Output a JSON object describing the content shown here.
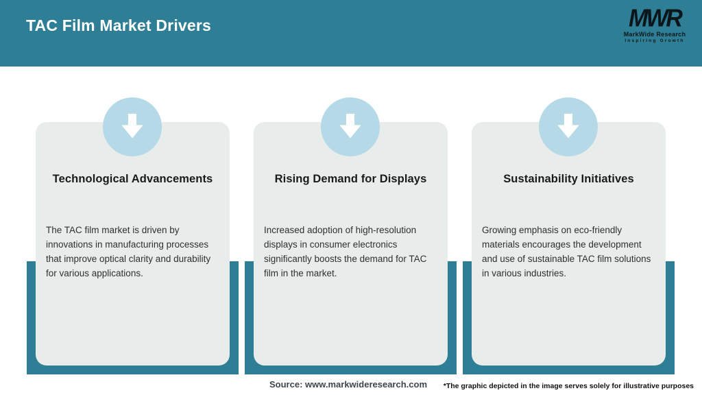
{
  "header": {
    "title": "TAC Film Market Drivers"
  },
  "logo": {
    "acronym": "MWR",
    "name": "MarkWide Research",
    "tagline": "Inspiring Growth"
  },
  "cards": [
    {
      "title": "Technological Advancements",
      "description": "The TAC film market is driven by innovations in manufacturing processes that improve optical clarity and durability for various applications.",
      "icon": "arrow-down-icon"
    },
    {
      "title": "Rising Demand for Displays",
      "description": "Increased adoption of high-resolution displays in consumer electronics significantly boosts the demand for TAC film in the market.",
      "icon": "arrow-down-icon"
    },
    {
      "title": "Sustainability Initiatives",
      "description": "Growing emphasis on eco-friendly materials encourages the development and use of sustainable TAC film solutions in various industries.",
      "icon": "arrow-down-icon"
    }
  ],
  "footer": {
    "source": "Source: www.markwideresearch.com",
    "disclaimer": "*The graphic depicted in the image serves solely for illustrative purposes"
  },
  "colors": {
    "header_teal": "#2e7f96",
    "shadow_teal": "#2e7f96",
    "card_background": "#e8eceb",
    "circle_blue": "#b5d9e6",
    "arrow_white": "#ffffff"
  }
}
